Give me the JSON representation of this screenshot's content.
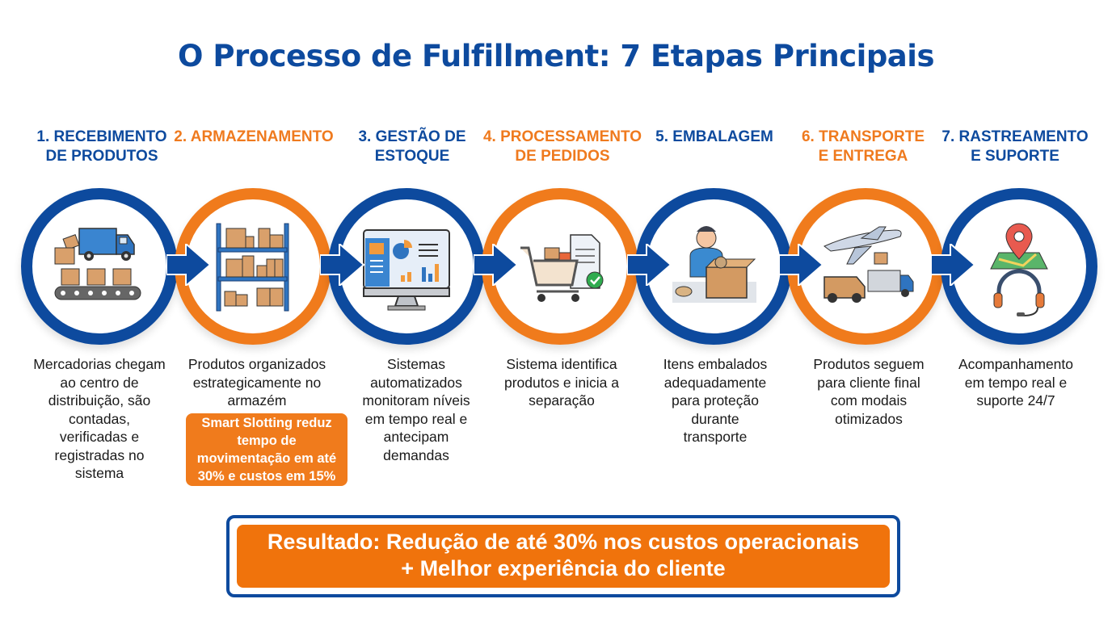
{
  "title": "O Processo de Fulfillment: 7 Etapas Principais",
  "colors": {
    "blue": "#0d4a9e",
    "orange": "#f07b1c",
    "text": "#1a1a1a"
  },
  "steps": [
    {
      "number": 1,
      "title_line1": "1. RECEBIMENTO",
      "title_line2": "DE PRODUTOS",
      "color": "blue",
      "icon": "truck-conveyor-icon",
      "description": [
        "Mercadorias chegam",
        "ao centro de",
        "distribuição, são",
        "contadas,",
        "verificadas e",
        "registradas no",
        "sistema"
      ]
    },
    {
      "number": 2,
      "title_line1": "2. ARMAZENAMENTO",
      "title_line2": "",
      "color": "orange",
      "icon": "warehouse-shelf-icon",
      "description": [
        "Produtos organizados",
        "estrategicamente no",
        "armazém"
      ],
      "note": [
        "Smart Slotting reduz",
        "tempo de",
        "movimentação em até",
        "30% e custos em 15%"
      ]
    },
    {
      "number": 3,
      "title_line1": "3. GESTÃO DE",
      "title_line2": "ESTOQUE",
      "color": "blue",
      "icon": "dashboard-monitor-icon",
      "description": [
        "Sistemas",
        "automatizados",
        "monitoram níveis",
        "em tempo real e",
        "antecipam",
        "demandas"
      ]
    },
    {
      "number": 4,
      "title_line1": "4. PROCESSAMENTO",
      "title_line2": "DE PEDIDOS",
      "color": "orange",
      "icon": "cart-order-icon",
      "description": [
        "Sistema identifica",
        "produtos e inicia a",
        "separação"
      ]
    },
    {
      "number": 5,
      "title_line1": "5. EMBALAGEM",
      "title_line2": "",
      "color": "blue",
      "icon": "worker-packing-icon",
      "description": [
        "Itens embalados",
        "adequadamente",
        "para proteção",
        "durante",
        "transporte"
      ]
    },
    {
      "number": 6,
      "title_line1": "6. TRANSPORTE",
      "title_line2": "E ENTREGA",
      "color": "orange",
      "icon": "plane-van-truck-icon",
      "description": [
        "Produtos seguem",
        "para cliente final",
        "com modais",
        "otimizados"
      ]
    },
    {
      "number": 7,
      "title_line1": "7. RASTREAMENTO",
      "title_line2": "E SUPORTE",
      "color": "blue",
      "icon": "map-pin-headset-icon",
      "description": [
        "Acompanhamento",
        "em tempo real e",
        "suporte 24/7"
      ]
    }
  ],
  "result": {
    "line1": "Resultado: Redução de até 30% nos custos operacionais",
    "line2": "+ Melhor experiência do cliente"
  }
}
